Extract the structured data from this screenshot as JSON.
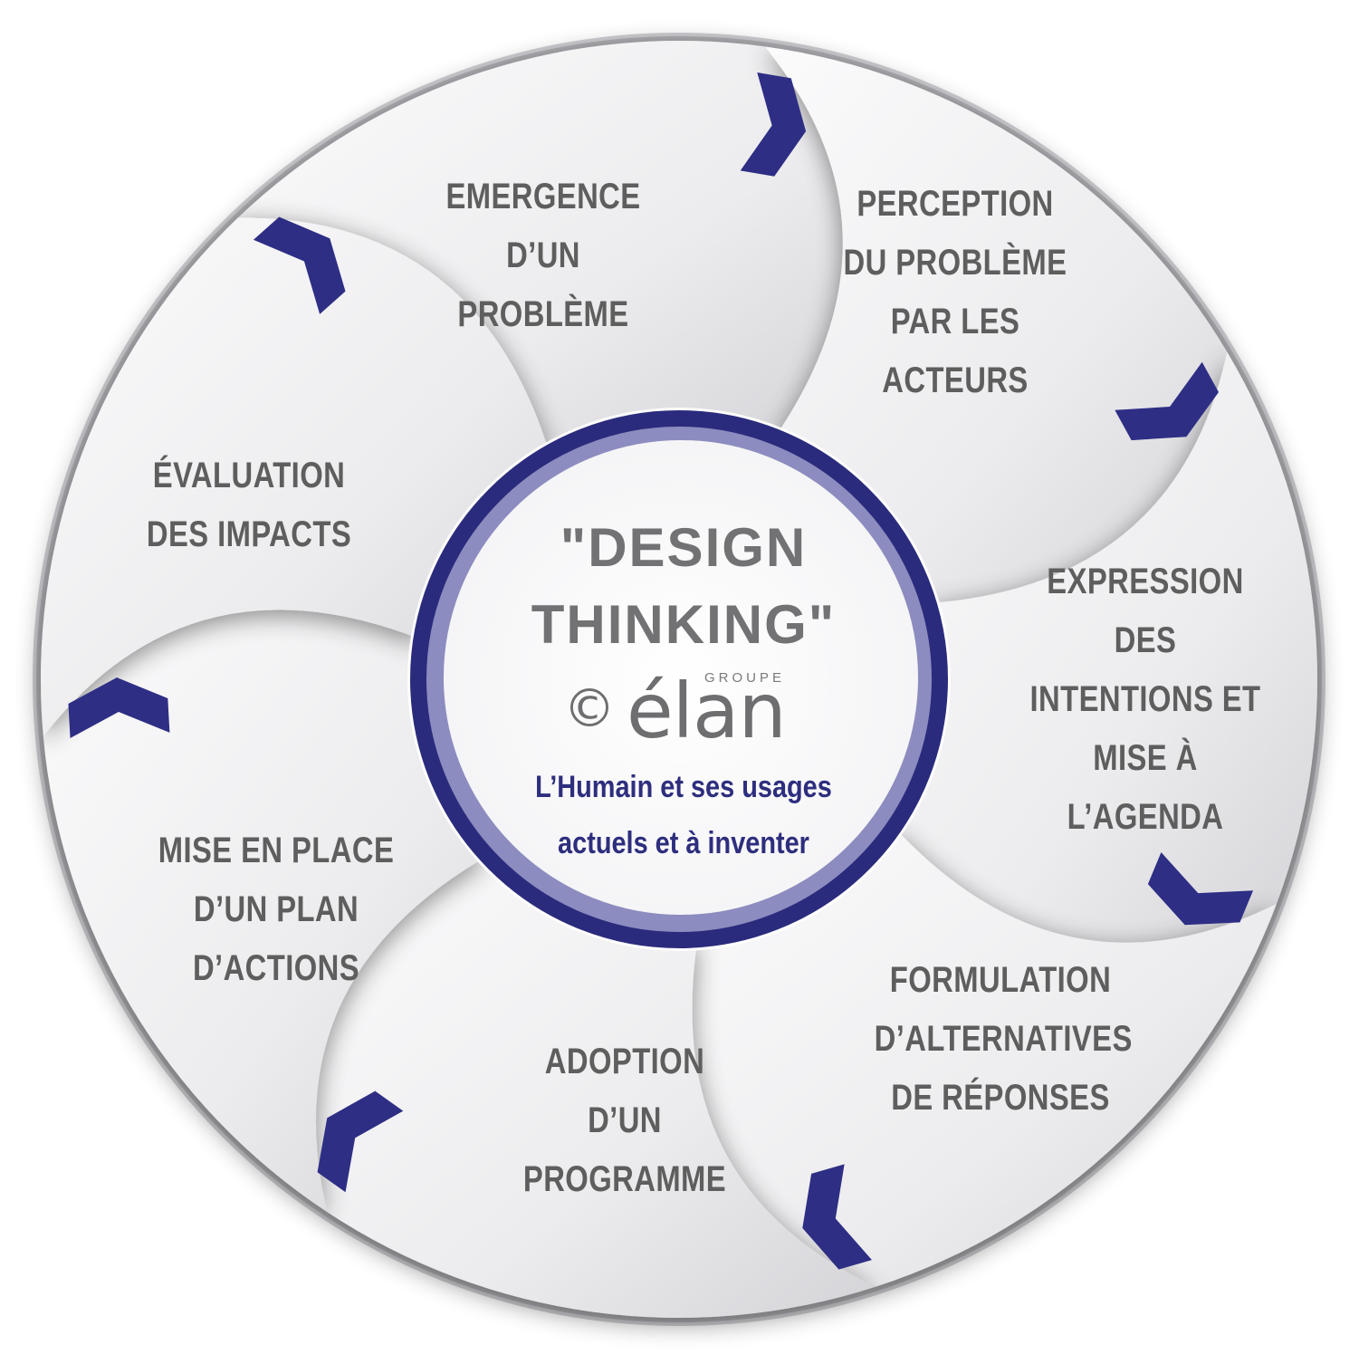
{
  "center": {
    "title_line1": "\"DESIGN",
    "title_line2": "THINKING\"",
    "copyright_symbol": "©",
    "brand_word": "élan",
    "brand_small": "GROUPE",
    "tagline_line1": "L’Humain et ses usages",
    "tagline_line2": "actuels et à inventer"
  },
  "steps": [
    {
      "text": "EMERGENCE\nD’UN PROBLÈME"
    },
    {
      "text": "PERCEPTION\nDU PROBLÈME\nPAR LES\nACTEURS"
    },
    {
      "text": "EXPRESSION DES\nINTENTIONS ET\nMISE À L’AGENDA"
    },
    {
      "text": "FORMULATION\nD’ALTERNATIVES\nDE RÉPONSES"
    },
    {
      "text": "ADOPTION\nD’UN\nPROGRAMME"
    },
    {
      "text": "MISE EN PLACE\nD’UN PLAN\nD’ACTIONS"
    },
    {
      "text": "ÉVALUATION\nDES IMPACTS"
    }
  ],
  "colors": {
    "arrow": "#2e2e85",
    "ring_outer": "#2b2b7d",
    "ring_inner": "#8c8cc0",
    "label": "#5e5e5e",
    "title": "#727274"
  }
}
